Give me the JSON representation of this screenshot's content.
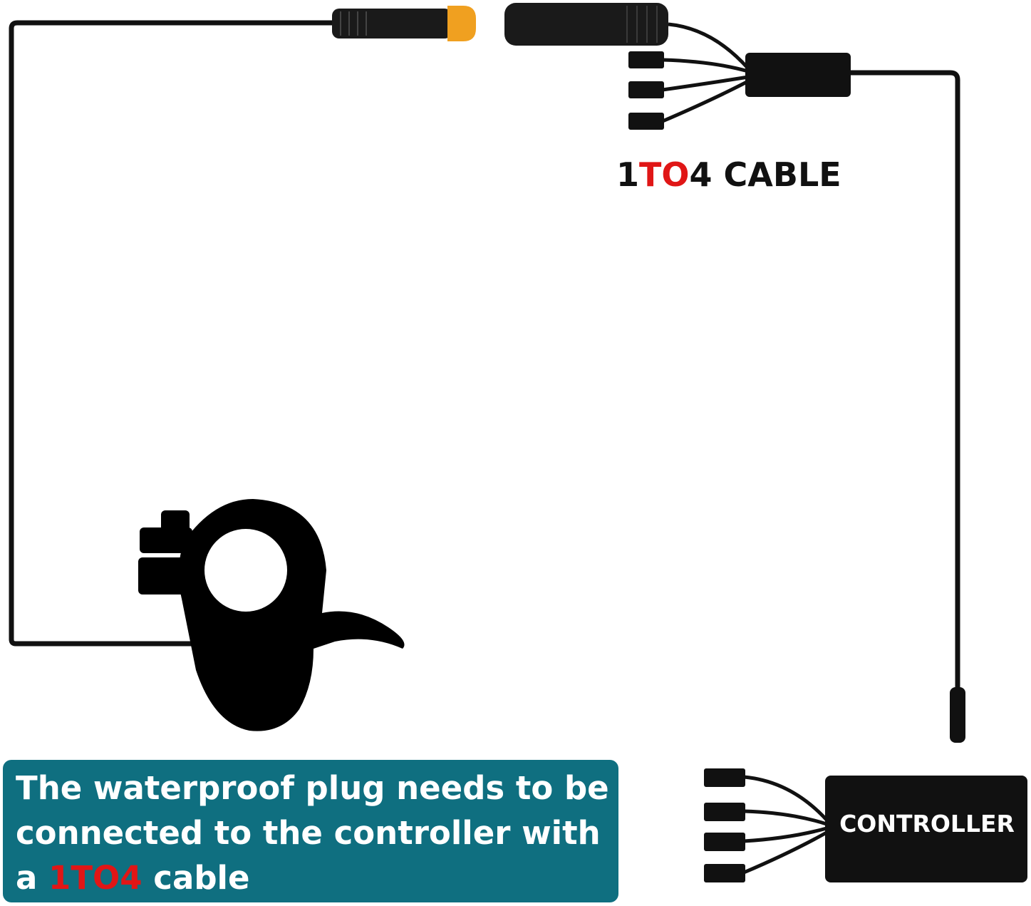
{
  "cable_label": {
    "part1": "1",
    "part2": "TO",
    "part3": "4 CABLE"
  },
  "note": {
    "line1": "The waterproof plug needs to be",
    "line2": "connected to the controller with",
    "line3_prefix": "a ",
    "line3_highlight": "1TO4",
    "line3_suffix": " cable"
  },
  "controller": {
    "label": "CONTROLLER"
  },
  "colors": {
    "accent_red": "#e01616",
    "note_background": "#0f6f80",
    "plug_orange": "#f0a020",
    "wire": "#111111"
  },
  "icons": [
    "thumb-throttle-icon",
    "waterproof-plug-male-icon",
    "waterproof-plug-female-icon",
    "splitter-icon",
    "controller-icon"
  ]
}
